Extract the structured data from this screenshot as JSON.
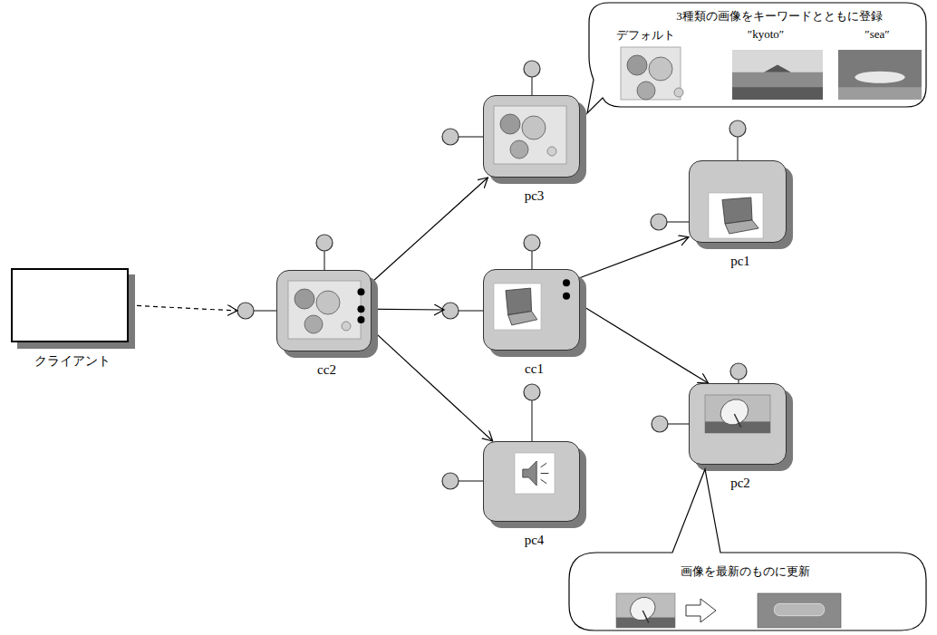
{
  "diagram": {
    "nodes": [
      {
        "text": [
          "クライアント"
        ]
      },
      {
        "text": [
          "cc2"
        ]
      },
      {
        "text": [
          "pc3"
        ]
      },
      {
        "text": [
          "cc1"
        ]
      },
      {
        "text": [
          "pc4"
        ]
      },
      {
        "text": [
          "pc1"
        ]
      },
      {
        "text": [
          "pc2"
        ]
      },
      {
        "text": [
          "3種類の画像をキーワードとともに登録",
          "デフォルト",
          "″kyoto″",
          "″sea″"
        ]
      },
      {
        "text": [
          "画像を最新のものに更新"
        ]
      }
    ],
    "edges": [
      {
        "from": 0,
        "to": 1,
        "arrow": "to"
      },
      {
        "from": 1,
        "to": 2,
        "arrow": "to"
      },
      {
        "from": 1,
        "to": 3,
        "arrow": "to"
      },
      {
        "from": 1,
        "to": 4,
        "arrow": "to"
      },
      {
        "from": 3,
        "to": 5,
        "arrow": "to"
      },
      {
        "from": 3,
        "to": 6,
        "arrow": "to"
      }
    ]
  }
}
